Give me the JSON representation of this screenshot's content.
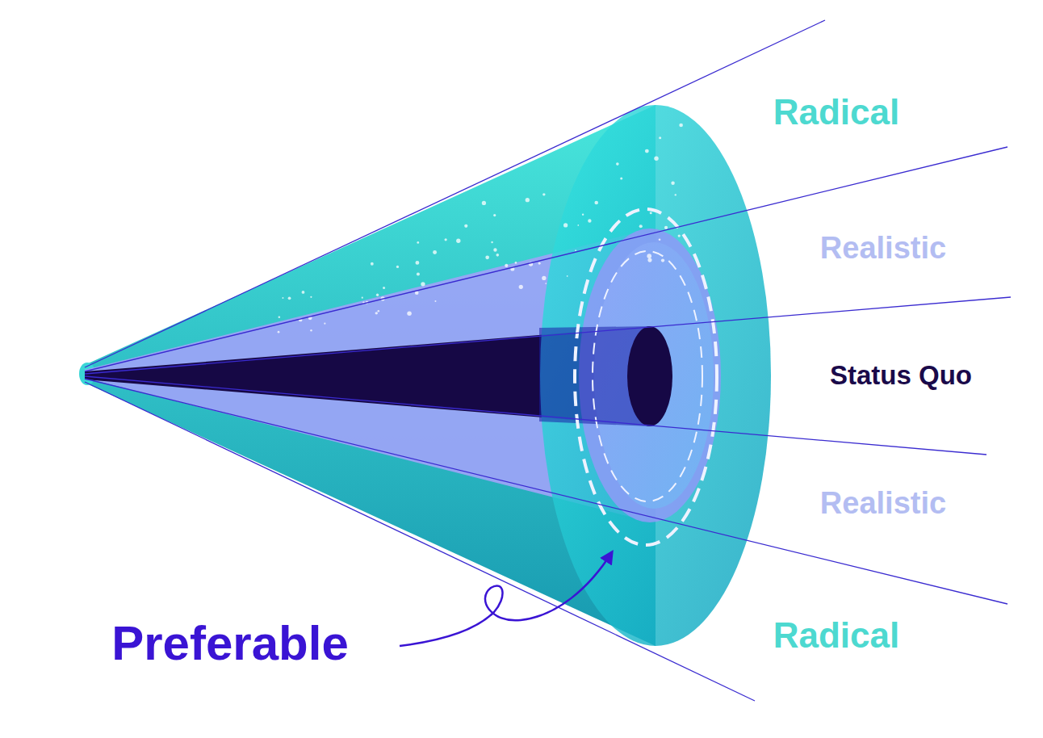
{
  "diagram": {
    "labels": [
      "Radical",
      "Realistic",
      "Status Quo",
      "Realistic",
      "Radical",
      "Preferable"
    ]
  }
}
